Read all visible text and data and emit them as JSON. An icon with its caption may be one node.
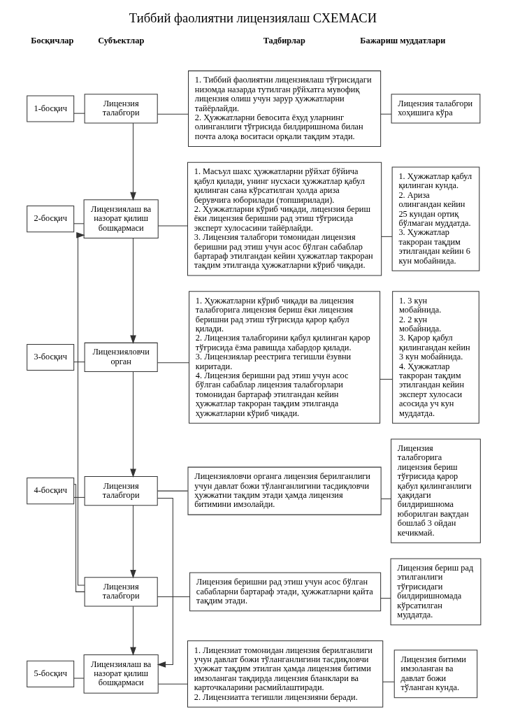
{
  "diagram": {
    "title": "Тиббий фаолиятни лицензиялаш СХЕМАСИ",
    "nodes": [
      {
        "text": [
          "1-босқич"
        ]
      },
      {
        "text": [
          "Лицензия талабгори"
        ]
      },
      {
        "text": [
          "1. Тиббий фаолиятни лицензиялаш тўғрисидаги низомда назарда тутилган рўйхатга мувофиқ лицензия олиш учун зарур ҳужжатларни тайёрлайди.",
          "2. Ҳужжатларни бевосита ёхуд уларнинг олинганлиги тўғрисида билдиришнома билан почта алоқа воситаси орқали тақдим этади."
        ]
      },
      {
        "text": [
          "Лицензия талабгори хоҳишига кўра"
        ]
      },
      {
        "text": [
          "2-босқич"
        ]
      },
      {
        "text": [
          "Лицензиялаш ва назорат қилиш бошқармаси"
        ]
      },
      {
        "text": [
          "1. Масъул шахс ҳужжатларни рўйхат бўйича қабул қилади, унинг нусхаси ҳужжатлар қабул қилинган сана кўрсатилган ҳолда ариза берувчига юборилади (топширилади).",
          "2. Ҳужжатларни кўриб чиқади, лицензия бериш ёки лицензия беришни рад этиш тўғрисида эксперт хулосасини тайёрлайди.",
          "3. Лицензия талабгори томонидан лицензия беришни рад этиш учун асос бўлган сабаблар бартараф этилгандан кейин ҳужжатлар такроран тақдим этилганда ҳужжатларни кўриб чиқади."
        ]
      },
      {
        "text": [
          "1. Ҳужжатлар қабул қилинган кунда.",
          "2. Ариза олингандан кейин 25 кундан ортиқ бўлмаган муддатда.",
          "3. Ҳужжатлар такроран тақдим этилгандан кейин 6 кун мобайнида."
        ]
      },
      {
        "text": [
          "3-босқич"
        ]
      },
      {
        "text": [
          "Лицензияловчи орган"
        ]
      },
      {
        "text": [
          "1. Ҳужжатларни кўриб чиқади ва лицензия талабгорига лицензия бериш ёки лицензия беришни рад этиш тўғрисида қарор қабул қилади.",
          "2. Лицензия талабгорини қабул қилинган қарор тўғрисида ёзма равишда хабардор қилади.",
          "3. Лицензиялар реестрига тегишли ёзувни киритади.",
          "4. Лицензия беришни рад этиш учун асос бўлган сабаблар лицензия талабгорлари томонидан бартараф этилгандан кейин ҳужжатлар такроран тақдим этилганда ҳужжатларни кўриб чиқади."
        ]
      },
      {
        "text": [
          "1. 3 кун мобайнида.",
          "2. 2 кун мобайнида.",
          "3. Қарор қабул қилингандан кейин 3 кун мобайнида.",
          "4. Ҳужжатлар такроран тақдим этилгандан кейин эксперт хулосаси асосида уч кун муддатда."
        ]
      },
      {
        "text": [
          "4-босқич"
        ]
      },
      {
        "text": [
          "Лицензия талабгори"
        ]
      },
      {
        "text": [
          "Лицензияловчи органга лицензия берилганлиги учун давлат божи тўланганлигини тасдиқловчи ҳужжатни тақдим этади ҳамда лицензия битимини имзолайди."
        ]
      },
      {
        "text": [
          "Лицензия талабгорига лицензия бериш тўғрисида қарор қабул қилинганлиги ҳақидаги билдиришнома юборилган вақтдан бошлаб 3 ойдан кечикмай."
        ]
      },
      {
        "text": [
          "Лицензия талабгори"
        ]
      },
      {
        "text": [
          "Лицензия беришни рад этиш учун асос бўлган сабабларни бартараф этади, ҳужжатларни қайта тақдим этади."
        ]
      },
      {
        "text": [
          "Лицензия бериш рад этилганлиги тўғрисидаги билдиришномада кўрсатилган муддатда."
        ]
      },
      {
        "text": [
          "5-босқич"
        ]
      },
      {
        "text": [
          "Лицензиялаш ва назорат қилиш бошқармаси"
        ]
      },
      {
        "text": [
          "1. Лицензиат томонидан лицензия берилганлиги учун давлат божи тўланганлигини тасдиқловчи ҳужжат тақдим этилган ҳамда лицензия битими имзоланган тақдирда лицензия бланклари ва карточкаларини расмийлаштиради.",
          "2. Лицензиатга тегишли лицензияни беради."
        ]
      },
      {
        "text": [
          "Лицензия битими имзоланган ва давлат божи тўланган кунда."
        ]
      }
    ],
    "edges": [
      {
        "from": 0,
        "to": 1,
        "arrow": "none"
      },
      {
        "from": 1,
        "to": 2,
        "arrow": "none"
      },
      {
        "from": 2,
        "to": 3,
        "arrow": "none"
      },
      {
        "from": 4,
        "to": 5,
        "arrow": "none"
      },
      {
        "from": 5,
        "to": 6,
        "arrow": "none"
      },
      {
        "from": 6,
        "to": 7,
        "arrow": "none"
      },
      {
        "from": 8,
        "to": 9,
        "arrow": "none"
      },
      {
        "from": 9,
        "to": 10,
        "arrow": "none"
      },
      {
        "from": 10,
        "to": 11,
        "arrow": "none"
      },
      {
        "from": 12,
        "to": 13,
        "arrow": "none"
      },
      {
        "from": 13,
        "to": 14,
        "arrow": "none"
      },
      {
        "from": 14,
        "to": 15,
        "arrow": "none"
      },
      {
        "from": 12,
        "to": 16,
        "arrow": "none"
      },
      {
        "from": 16,
        "to": 17,
        "arrow": "none"
      },
      {
        "from": 17,
        "to": 18,
        "arrow": "none"
      },
      {
        "from": 19,
        "to": 20,
        "arrow": "none"
      },
      {
        "from": 20,
        "to": 21,
        "arrow": "none"
      },
      {
        "from": 21,
        "to": 22,
        "arrow": "none"
      },
      {
        "from": 1,
        "to": 5,
        "arrow": "to"
      },
      {
        "from": 5,
        "to": 9,
        "arrow": "to"
      },
      {
        "from": 9,
        "to": 13,
        "arrow": "to"
      },
      {
        "from": 13,
        "to": 16,
        "arrow": "to"
      },
      {
        "from": 16,
        "to": 20,
        "arrow": "to"
      },
      {
        "from": 16,
        "to": 5,
        "arrow": "to"
      },
      {
        "from": 13,
        "to": 20,
        "arrow": "to"
      }
    ],
    "labels": [
      "Босқичлар",
      "Субъектлар",
      "Тадбирлар",
      "Бажариш муддатлари"
    ]
  }
}
